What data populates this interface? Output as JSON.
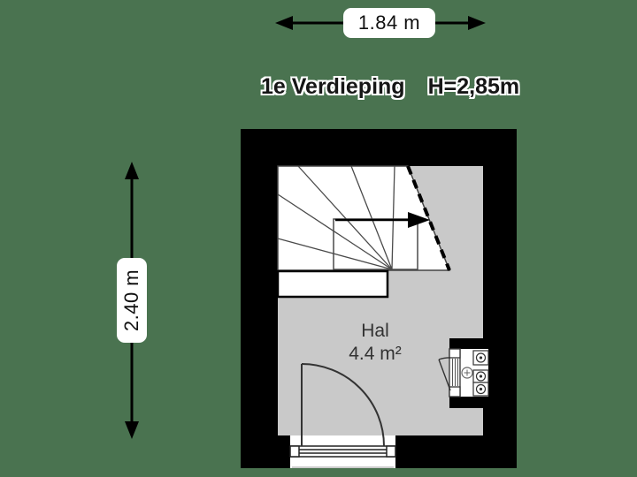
{
  "header": {
    "width_dimension": "1.84 m",
    "floor_title": "1e Verdieping",
    "ceiling_height": "H=2,85m"
  },
  "side": {
    "height_dimension": "2.40 m"
  },
  "room": {
    "name": "Hal",
    "area": "4.4 m²"
  },
  "colors": {
    "background": "#4A7350",
    "wall": "#000000",
    "floor": "#C9C9C9",
    "stair_area": "#FFFFFF",
    "drawing_lines": "#3d3d3d"
  }
}
